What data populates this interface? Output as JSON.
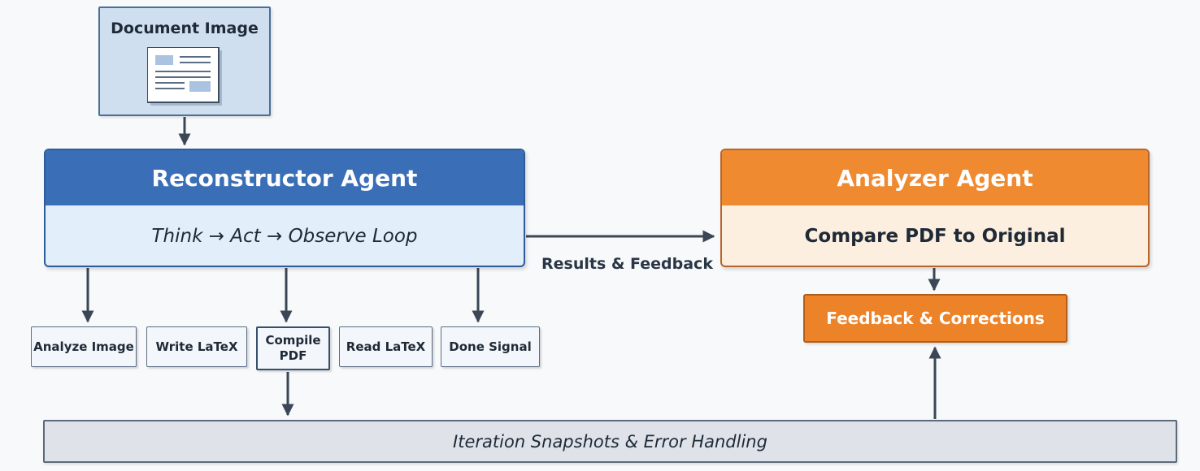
{
  "document": {
    "title": "Document Image"
  },
  "reconstructor": {
    "title": "Reconstructor Agent",
    "subtitle": "Think → Act → Observe Loop"
  },
  "analyzer": {
    "title": "Analyzer Agent",
    "subtitle": "Compare PDF to Original"
  },
  "connection_label": "Results & Feedback",
  "feedback": {
    "label": "Feedback & Corrections"
  },
  "tools": [
    {
      "label": "Analyze Image"
    },
    {
      "label": "Write LaTeX"
    },
    {
      "label": "Compile PDF"
    },
    {
      "label": "Read LaTeX"
    },
    {
      "label": "Done Signal"
    }
  ],
  "bottom_bar": {
    "label": "Iteration Snapshots & Error Handling"
  },
  "colors": {
    "reconstructor_header": "#3a6fb7",
    "reconstructor_body": "#e2eefa",
    "analyzer_header": "#ef8a30",
    "analyzer_body": "#fcefe0",
    "feedback": "#ed8329",
    "document": "#cfdff0",
    "arrow": "#3b4656"
  }
}
